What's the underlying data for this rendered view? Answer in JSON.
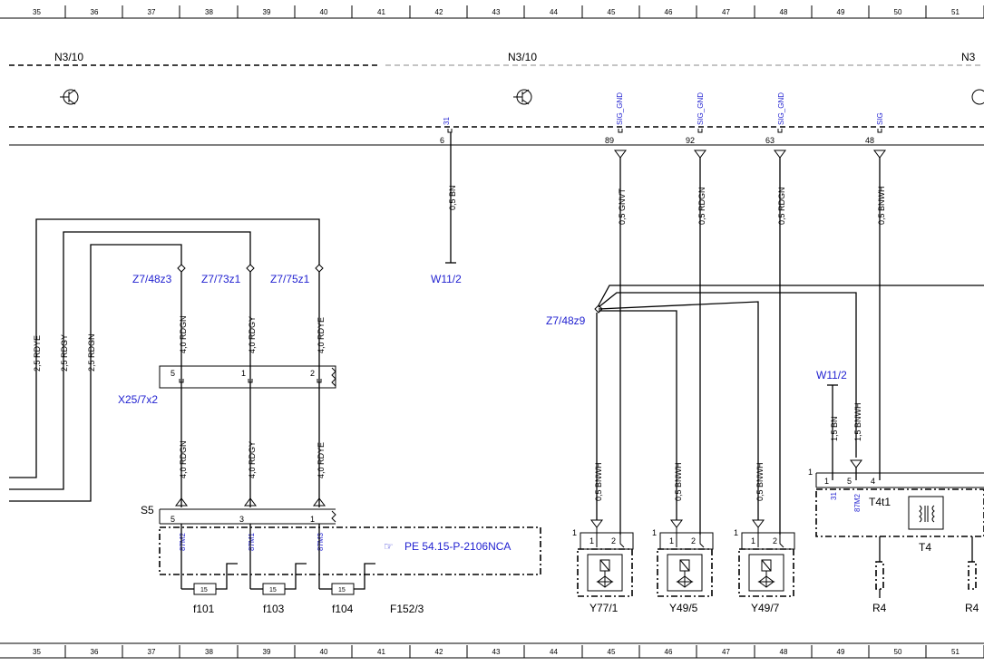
{
  "ruler": [
    "35",
    "36",
    "37",
    "38",
    "39",
    "40",
    "41",
    "42",
    "43",
    "44",
    "45",
    "46",
    "47",
    "48",
    "49",
    "50",
    "51"
  ],
  "modules": {
    "n3_left": "N3/10",
    "n3_mid": "N3/10",
    "n3_right": "N3"
  },
  "pins_top": [
    {
      "func": "31",
      "num": "6"
    },
    {
      "func": "SIG_GND",
      "num": "89"
    },
    {
      "func": "SIG_GND",
      "num": "92"
    },
    {
      "func": "SIG_GND",
      "num": "63"
    },
    {
      "func": "SIG",
      "num": "48"
    }
  ],
  "wires": {
    "w_bn": "0,5 BN",
    "w_gnvt": "0,5 GNVT",
    "w_rdgn92": "0,5 RDGN",
    "w_rdgn63": "0,5 RDGN",
    "w_bnwh48": "0,5 BNWH",
    "l_rdye": "2,5 RDYE",
    "l_rdgy": "2,5 RDGY",
    "l_rdgn": "2,5 RDGN",
    "c1_up": "4,0 RDGN",
    "c2_up": "4,0 RDGY",
    "c3_up": "4,0 RDYE",
    "c1_lo": "4,0 RDGN",
    "c2_lo": "4,0 RDGY",
    "c3_lo": "4,0 RDYE",
    "v1": "0,5 BNWH",
    "v2": "0,5 BNWH",
    "v3": "0,5 BNWH",
    "t4_bn": "1,5 BN",
    "t4_bnwh": "1,5 BNWH"
  },
  "splices": {
    "z1": "Z7/48z3",
    "z2": "Z7/73z1",
    "z3": "Z7/75z1",
    "z4": "Z7/48z9"
  },
  "grounds": {
    "w11_a": "W11/2",
    "w11_b": "W11/2"
  },
  "connector_x25": {
    "label": "X25/7x2",
    "pins": [
      "5",
      "1",
      "2"
    ]
  },
  "s5": {
    "label": "S5",
    "pins": [
      "5",
      "3",
      "1"
    ],
    "sub": [
      "87M2",
      "87M1",
      "87M3"
    ]
  },
  "fuses": [
    {
      "label": "f101",
      "rating": "15"
    },
    {
      "label": "f103",
      "rating": "15"
    },
    {
      "label": "f104",
      "rating": "15"
    }
  ],
  "fuse_block": "F152/3",
  "reference": "PE 54.15-P-2106NCA",
  "valves": [
    {
      "label": "Y77/1",
      "pin": "1",
      "p1": "1",
      "p2": "2"
    },
    {
      "label": "Y49/5",
      "pin": "1",
      "p1": "1",
      "p2": "2"
    },
    {
      "label": "Y49/7",
      "pin": "1",
      "p1": "1",
      "p2": "2"
    }
  ],
  "t4": {
    "label": "T4",
    "sub": "T4t1",
    "pin_outer": "1",
    "pins": [
      "1",
      "5",
      "4"
    ],
    "pin_subs": [
      "31",
      "87M2"
    ]
  },
  "resistors": {
    "r4": "R4",
    "r4_cut": "R4"
  }
}
